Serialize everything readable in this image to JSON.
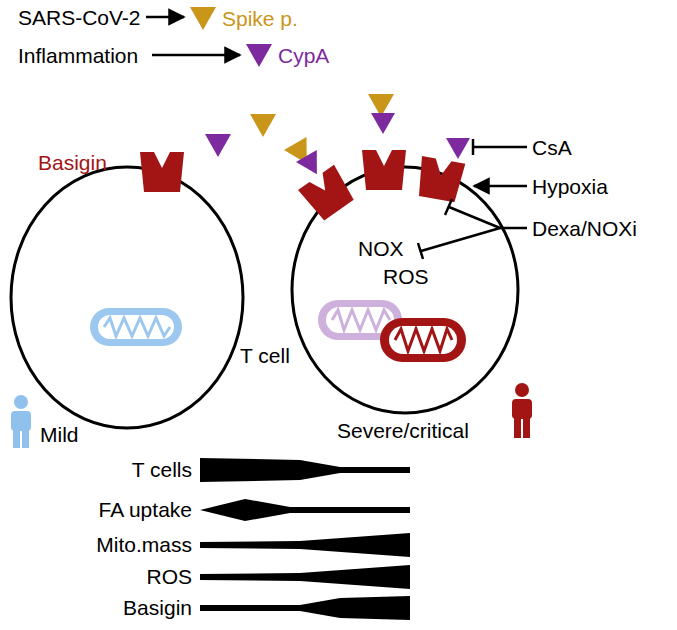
{
  "diagram": {
    "nodes": [
      {
        "text": [
          "T cell"
        ]
      },
      {
        "text": [
          "NOX",
          "ROS"
        ]
      }
    ],
    "labels": [
      "SARS-CoV-2",
      "Spike p.",
      "Inflammation",
      "CypA",
      "Basigin",
      "CsA",
      "Hypoxia",
      "Dexa/NOXi",
      "Mild",
      "Severe/critical",
      "T cells",
      "FA uptake",
      "Mito.mass",
      "ROS",
      "Basigin"
    ]
  }
}
